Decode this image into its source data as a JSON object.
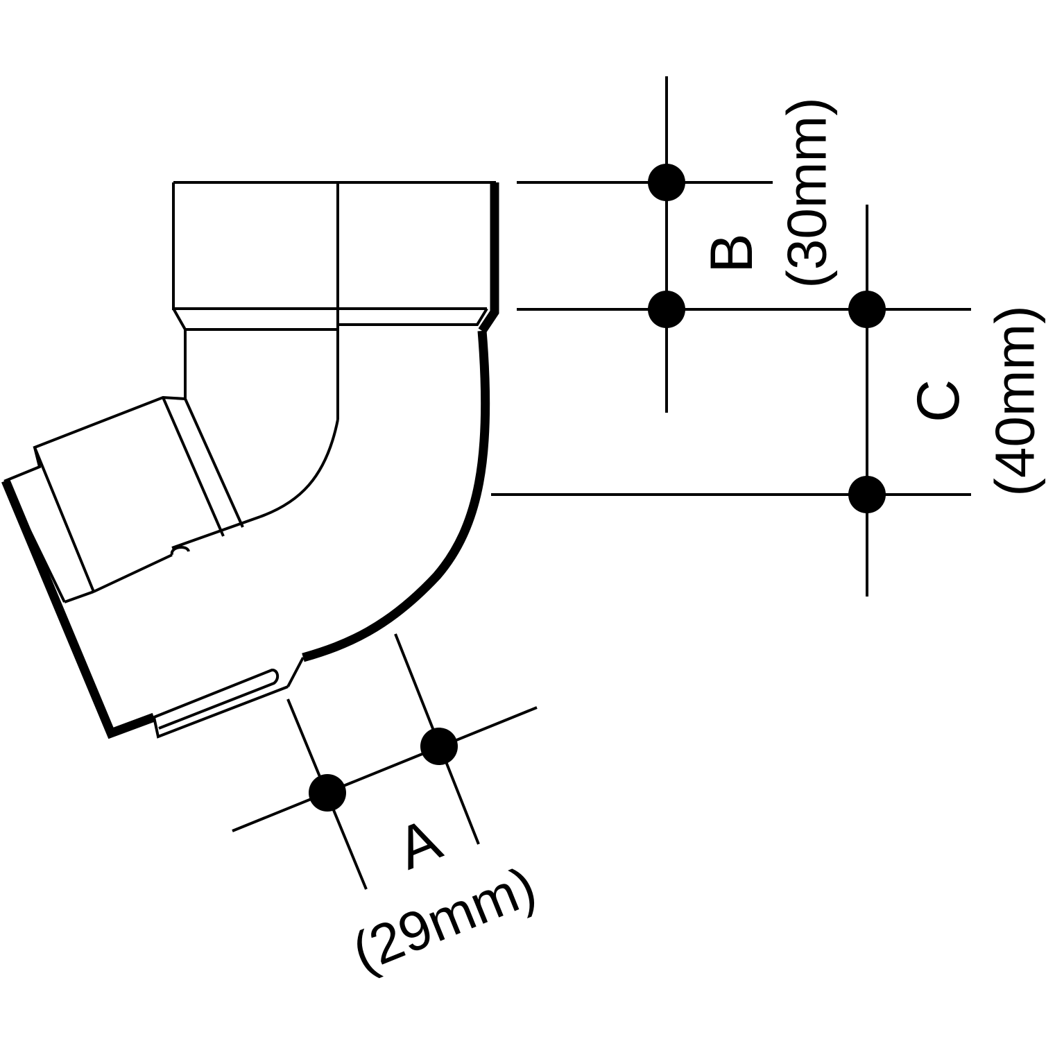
{
  "dimensions": {
    "a": {
      "letter": "A",
      "value": "(29mm)"
    },
    "b": {
      "letter": "B",
      "value": "(30mm)"
    },
    "c": {
      "letter": "C",
      "value": "(40mm)"
    }
  },
  "colors": {
    "line": "#000000",
    "background": "#ffffff"
  }
}
